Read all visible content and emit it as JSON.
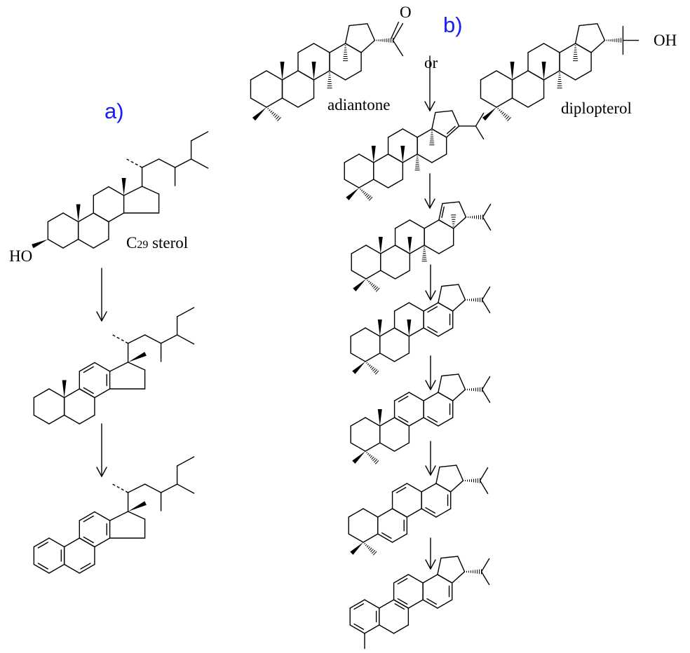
{
  "panels": {
    "a": "a)",
    "b": "b)"
  },
  "labels": {
    "c29_sterol": {
      "c": "C",
      "sub": "29",
      "rest": " sterol"
    },
    "ho": "HO",
    "adiantone": "adiantone",
    "diplopterol": "diplopterol",
    "or": "or",
    "o": "O",
    "oh": "OH"
  },
  "colors": {
    "panel_label": "#1a1aff",
    "bond": "#000000"
  }
}
